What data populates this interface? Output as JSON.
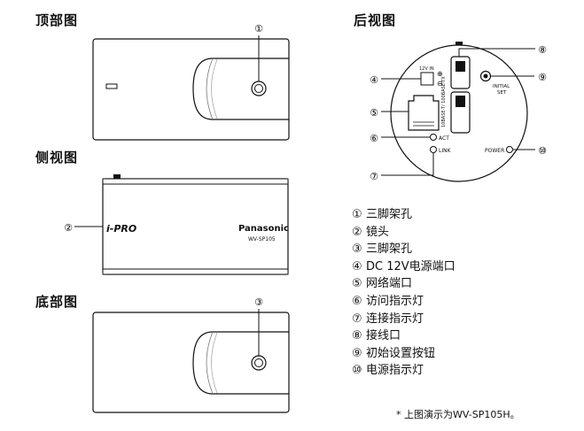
{
  "headings": {
    "top_view": "顶部图",
    "side_view": "侧视图",
    "bottom_view": "底部图",
    "rear_view": "后视图"
  },
  "callouts": {
    "c1": "①",
    "c2": "②",
    "c3": "③",
    "c4": "④",
    "c5": "⑤",
    "c6": "⑥",
    "c7": "⑦",
    "c8": "⑧",
    "c9": "⑨",
    "c10": "⑩"
  },
  "camera_labels": {
    "brand": "Panasonic",
    "model": "WV-SP105",
    "logo": "i-PRO"
  },
  "rear_labels": {
    "dc12v_in": "12V IN",
    "plus": "⊕",
    "minus": "⊖",
    "eth": "10BASE-T/ 100BASE-TX",
    "initial_1": "INITIAL",
    "initial_2": "SET",
    "act": "ACT",
    "link": "LINK",
    "power": "POWER"
  },
  "legend": [
    {
      "num": "①",
      "label": "三脚架孔"
    },
    {
      "num": "②",
      "label": "镜头"
    },
    {
      "num": "③",
      "label": "三脚架孔"
    },
    {
      "num": "④",
      "label": "DC 12V电源端口"
    },
    {
      "num": "⑤",
      "label": "网络端口"
    },
    {
      "num": "⑥",
      "label": "访问指示灯"
    },
    {
      "num": "⑦",
      "label": "连接指示灯"
    },
    {
      "num": "⑧",
      "label": "接线口"
    },
    {
      "num": "⑨",
      "label": "初始设置按钮"
    },
    {
      "num": "⑩",
      "label": "电源指示灯"
    }
  ],
  "note": "* 上图演示为WV-SP105H。"
}
